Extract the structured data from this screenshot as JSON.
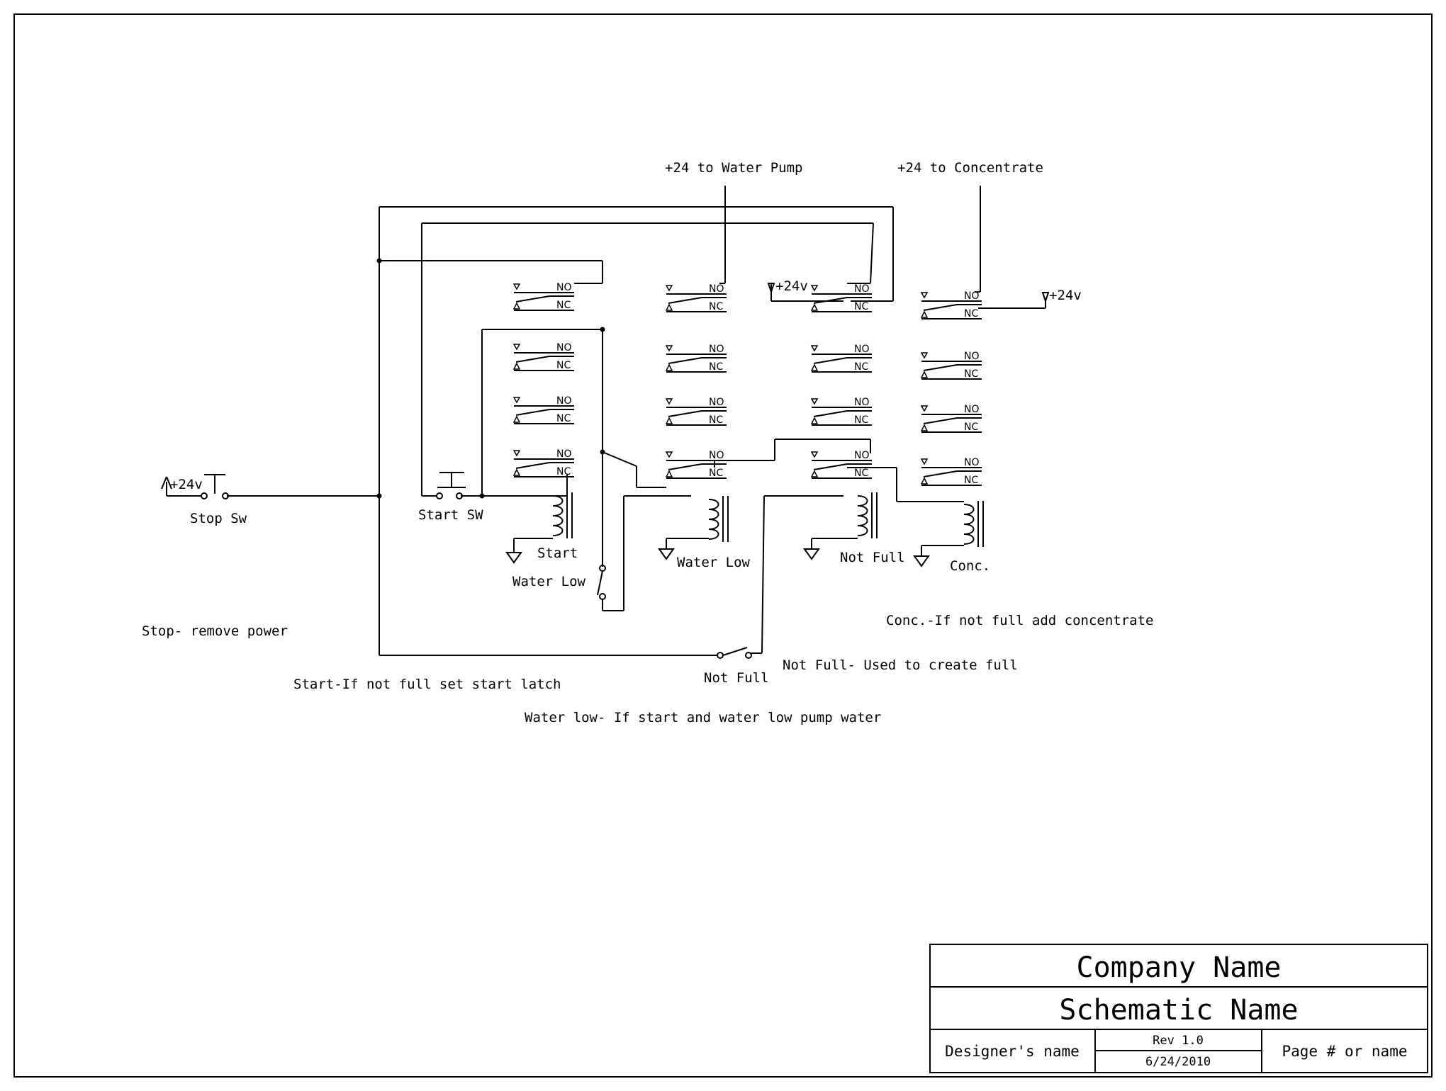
{
  "title_block": {
    "company": "Company Name",
    "schematic": "Schematic Name",
    "designer": "Designer's name",
    "rev": "Rev 1.0",
    "date": "6/24/2010",
    "page": "Page # or name"
  },
  "supply_labels": {
    "plus24_left": "+24v",
    "plus24_mid": "+24v",
    "plus24_right": "+24v",
    "water_pump": "+24 to Water Pump",
    "concentrate": "+24 to Concentrate"
  },
  "switch_labels": {
    "stop_sw": "Stop Sw",
    "start_sw": "Start SW",
    "water_low_contact": "Water Low",
    "not_full_contact": "Not Full"
  },
  "relay_labels": {
    "start": "Start",
    "water_low": "Water Low",
    "not_full": "Not Full",
    "conc": "Conc."
  },
  "contact_text": {
    "no": "NO",
    "nc": "NC"
  },
  "notes": {
    "stop": "Stop- remove power",
    "start": "Start-If not full set start latch",
    "water_low": "Water low- If start and water low pump water",
    "not_full": "Not Full- Used to create full",
    "conc": "Conc.-If not full add concentrate"
  }
}
